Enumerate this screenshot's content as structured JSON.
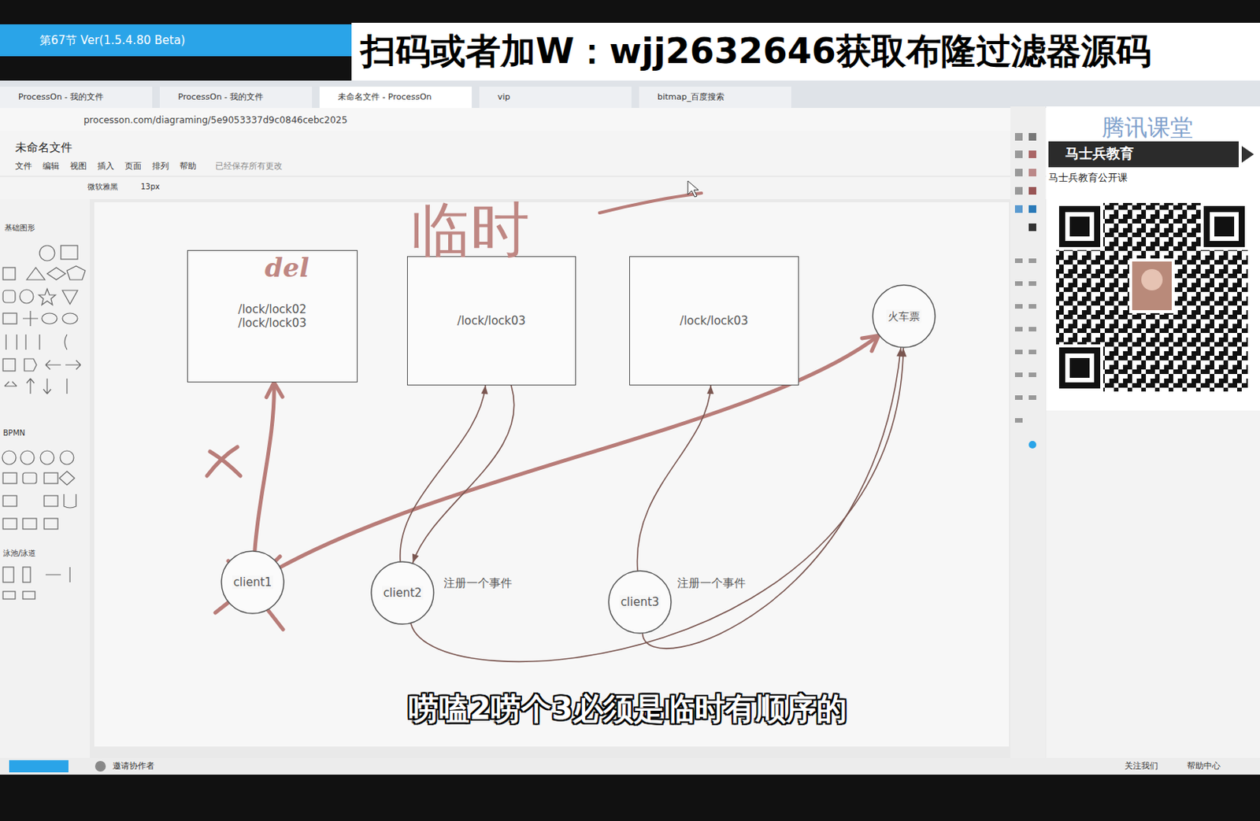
{
  "diagram": {
    "nodes": [
      {
        "text": [
          "/lock/lock02",
          "/lock/lock03"
        ]
      },
      {
        "text": [
          "/lock/lock03"
        ]
      },
      {
        "text": [
          "/lock/lock03"
        ]
      },
      {
        "text": [
          "火车票"
        ]
      },
      {
        "text": [
          "client1"
        ]
      },
      {
        "text": [
          "client2"
        ]
      },
      {
        "text": [
          "client3"
        ]
      }
    ],
    "edges": [
      {
        "from": 4,
        "to": 0,
        "arrow": "to"
      },
      {
        "from": 4,
        "to": 3,
        "arrow": "to"
      },
      {
        "from": 5,
        "to": 1,
        "arrow": "to"
      },
      {
        "from": 1,
        "to": 5,
        "arrow": "to"
      },
      {
        "from": 6,
        "to": 2,
        "arrow": "to"
      },
      {
        "from": 5,
        "to": 3,
        "arrow": "to"
      },
      {
        "from": 6,
        "to": 3,
        "arrow": "to"
      }
    ],
    "labels": [
      "第67节 Ver(1.5.4.80 Beta)",
      "扫码或者加W：wjj2632646获取布隆过滤器源码",
      "ProcessOn - 我的文件",
      "ProcessOn - 我的文件",
      "未命名文件 - ProcessOn",
      "vip",
      "bitmap_百度搜索",
      "processon.com/diagraming/5e9053337d9c0846cebc2025",
      "未命名文件",
      "文件",
      "编辑",
      "视图",
      "插入",
      "页面",
      "排列",
      "帮助",
      "已经保存所有更改",
      "微软雅黑",
      "13px",
      "基础图形",
      "BPMN",
      "泳池/泳道",
      "del",
      "临时",
      "注册一个事件",
      "注册一个事件",
      "唠嗑2唠个3必须是临时有顺序的",
      "马士兵教育",
      "马士兵教育公开课",
      "腾讯课堂",
      "邀请协作者",
      "关注我们",
      "帮助中心"
    ]
  }
}
